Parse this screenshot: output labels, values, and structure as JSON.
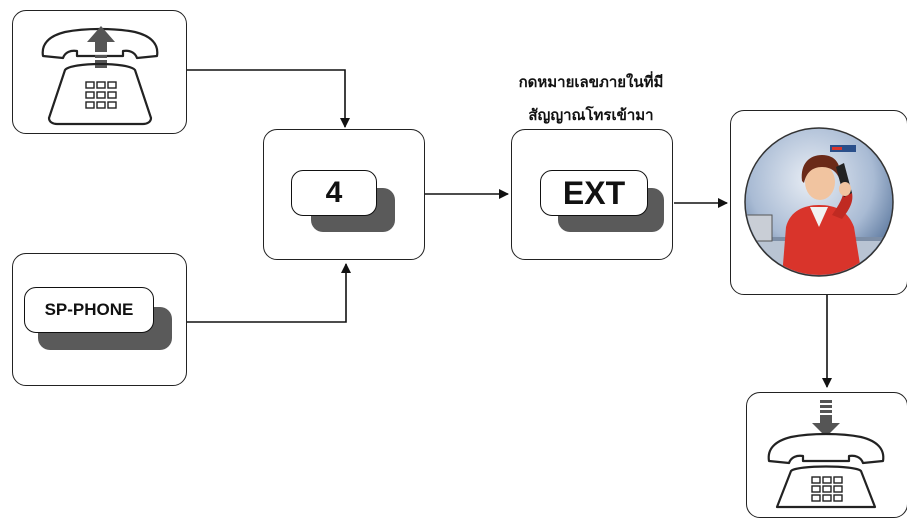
{
  "steps": {
    "trunk_phone": {
      "icon": "phone-arrow-up-icon"
    },
    "sp_phone": {
      "label": "SP-PHONE"
    },
    "key_4": {
      "label": "4"
    },
    "ext": {
      "label": "EXT",
      "caption_line1": "กดหมายเลขภายในที่มี",
      "caption_line2": "สัญญาณโทรเข้ามา"
    },
    "operator": {
      "icon": "receptionist-photo-icon"
    },
    "answer_phone": {
      "icon": "phone-arrow-down-icon"
    }
  },
  "colors": {
    "line": "#111111",
    "key_shadow": "#5a5a5a",
    "arrow_fill": "#555555",
    "photo_bg": "#8fa7c8",
    "jacket": "#d9342b"
  }
}
